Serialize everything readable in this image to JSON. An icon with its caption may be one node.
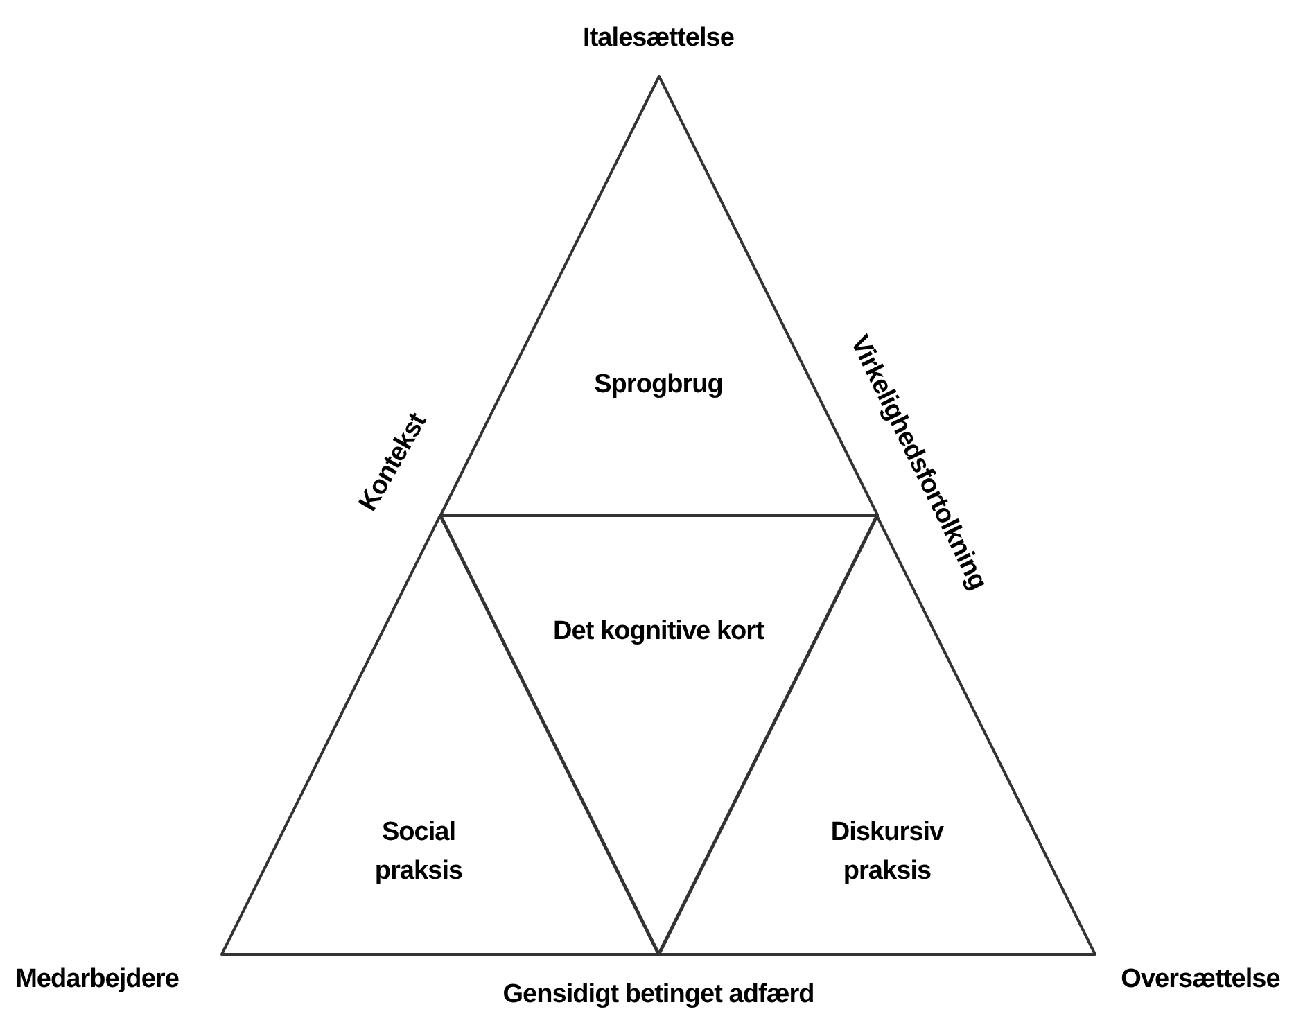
{
  "diagram": {
    "nodes": [
      {
        "text": [
          "Sprogbrug"
        ]
      },
      {
        "text": [
          "Social praksis"
        ]
      },
      {
        "text": [
          "Det kognitive kort"
        ]
      },
      {
        "text": [
          "Diskursiv praksis"
        ]
      }
    ],
    "labels": [
      "Italesættelse",
      "Kontekst",
      "Virkelighedsfortolkning",
      "Medarbejdere",
      "Gensidigt betinget adfærd",
      "Oversættelse"
    ]
  }
}
